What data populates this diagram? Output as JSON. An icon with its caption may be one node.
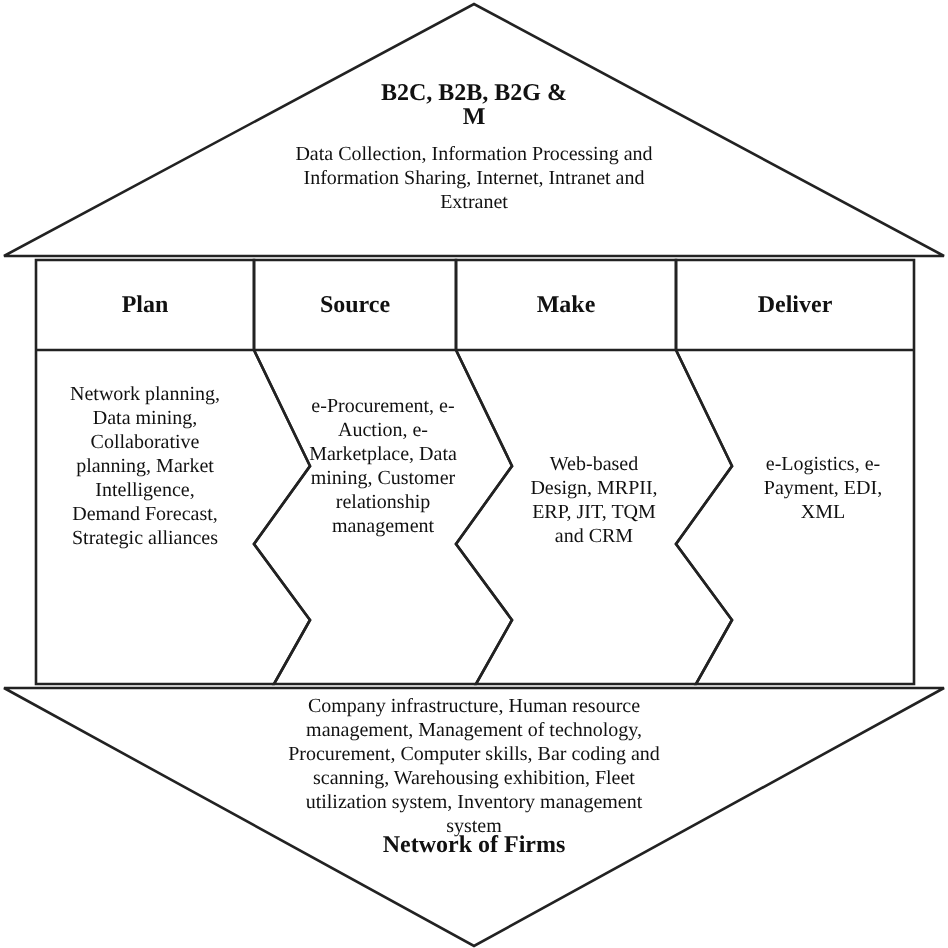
{
  "diagram": {
    "nodes": [
      {
        "text": [
          "B2C, B2B, B2G & M",
          "Data Collection, Information Processing and Information Sharing, Internet, Intranet and Extranet"
        ]
      },
      {
        "text": [
          "Plan",
          "Network planning, Data mining, Collaborative planning, Market Intelligence, Demand Forecast, Strategic alliances"
        ]
      },
      {
        "text": [
          "Source",
          "e-Procurement, e-Auction, e-Marketplace, Data mining, Customer relationship management"
        ]
      },
      {
        "text": [
          "Make",
          "Web-based Design, MRPII, ERP, JIT, TQM and CRM"
        ]
      },
      {
        "text": [
          "Deliver",
          "e-Logistics, e-Payment, EDI, XML"
        ]
      },
      {
        "text": [
          "Company infrastructure, Human resource management, Management of technology, Procurement, Computer skills, Bar coding and scanning, Warehousing exhibition, Fleet utilization system, Inventory management system",
          "Network of Firms"
        ]
      }
    ],
    "edges": []
  }
}
